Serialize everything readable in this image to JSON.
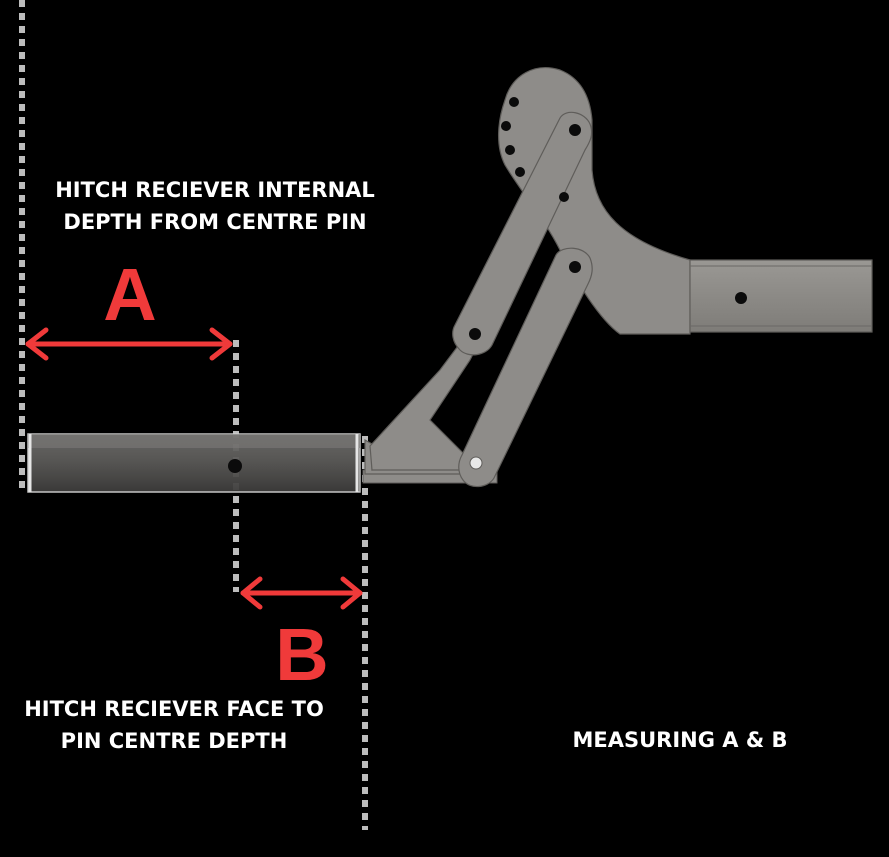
{
  "labels": {
    "a_line1": "HITCH RECIEVER INTERNAL",
    "a_line2": "DEPTH FROM CENTRE PIN",
    "b_line1": "HITCH RECIEVER FACE  TO",
    "b_line2": "PIN CENTRE DEPTH",
    "title": "MEASURING A & B"
  },
  "markers": {
    "a": "A",
    "b": "B"
  },
  "colors": {
    "background": "#000000",
    "arrow": "#f03a3a",
    "metal": "#8e8c89",
    "metal_dark": "#5f5d5a",
    "guide_line": "#bdbdbd",
    "text": "#ffffff"
  }
}
